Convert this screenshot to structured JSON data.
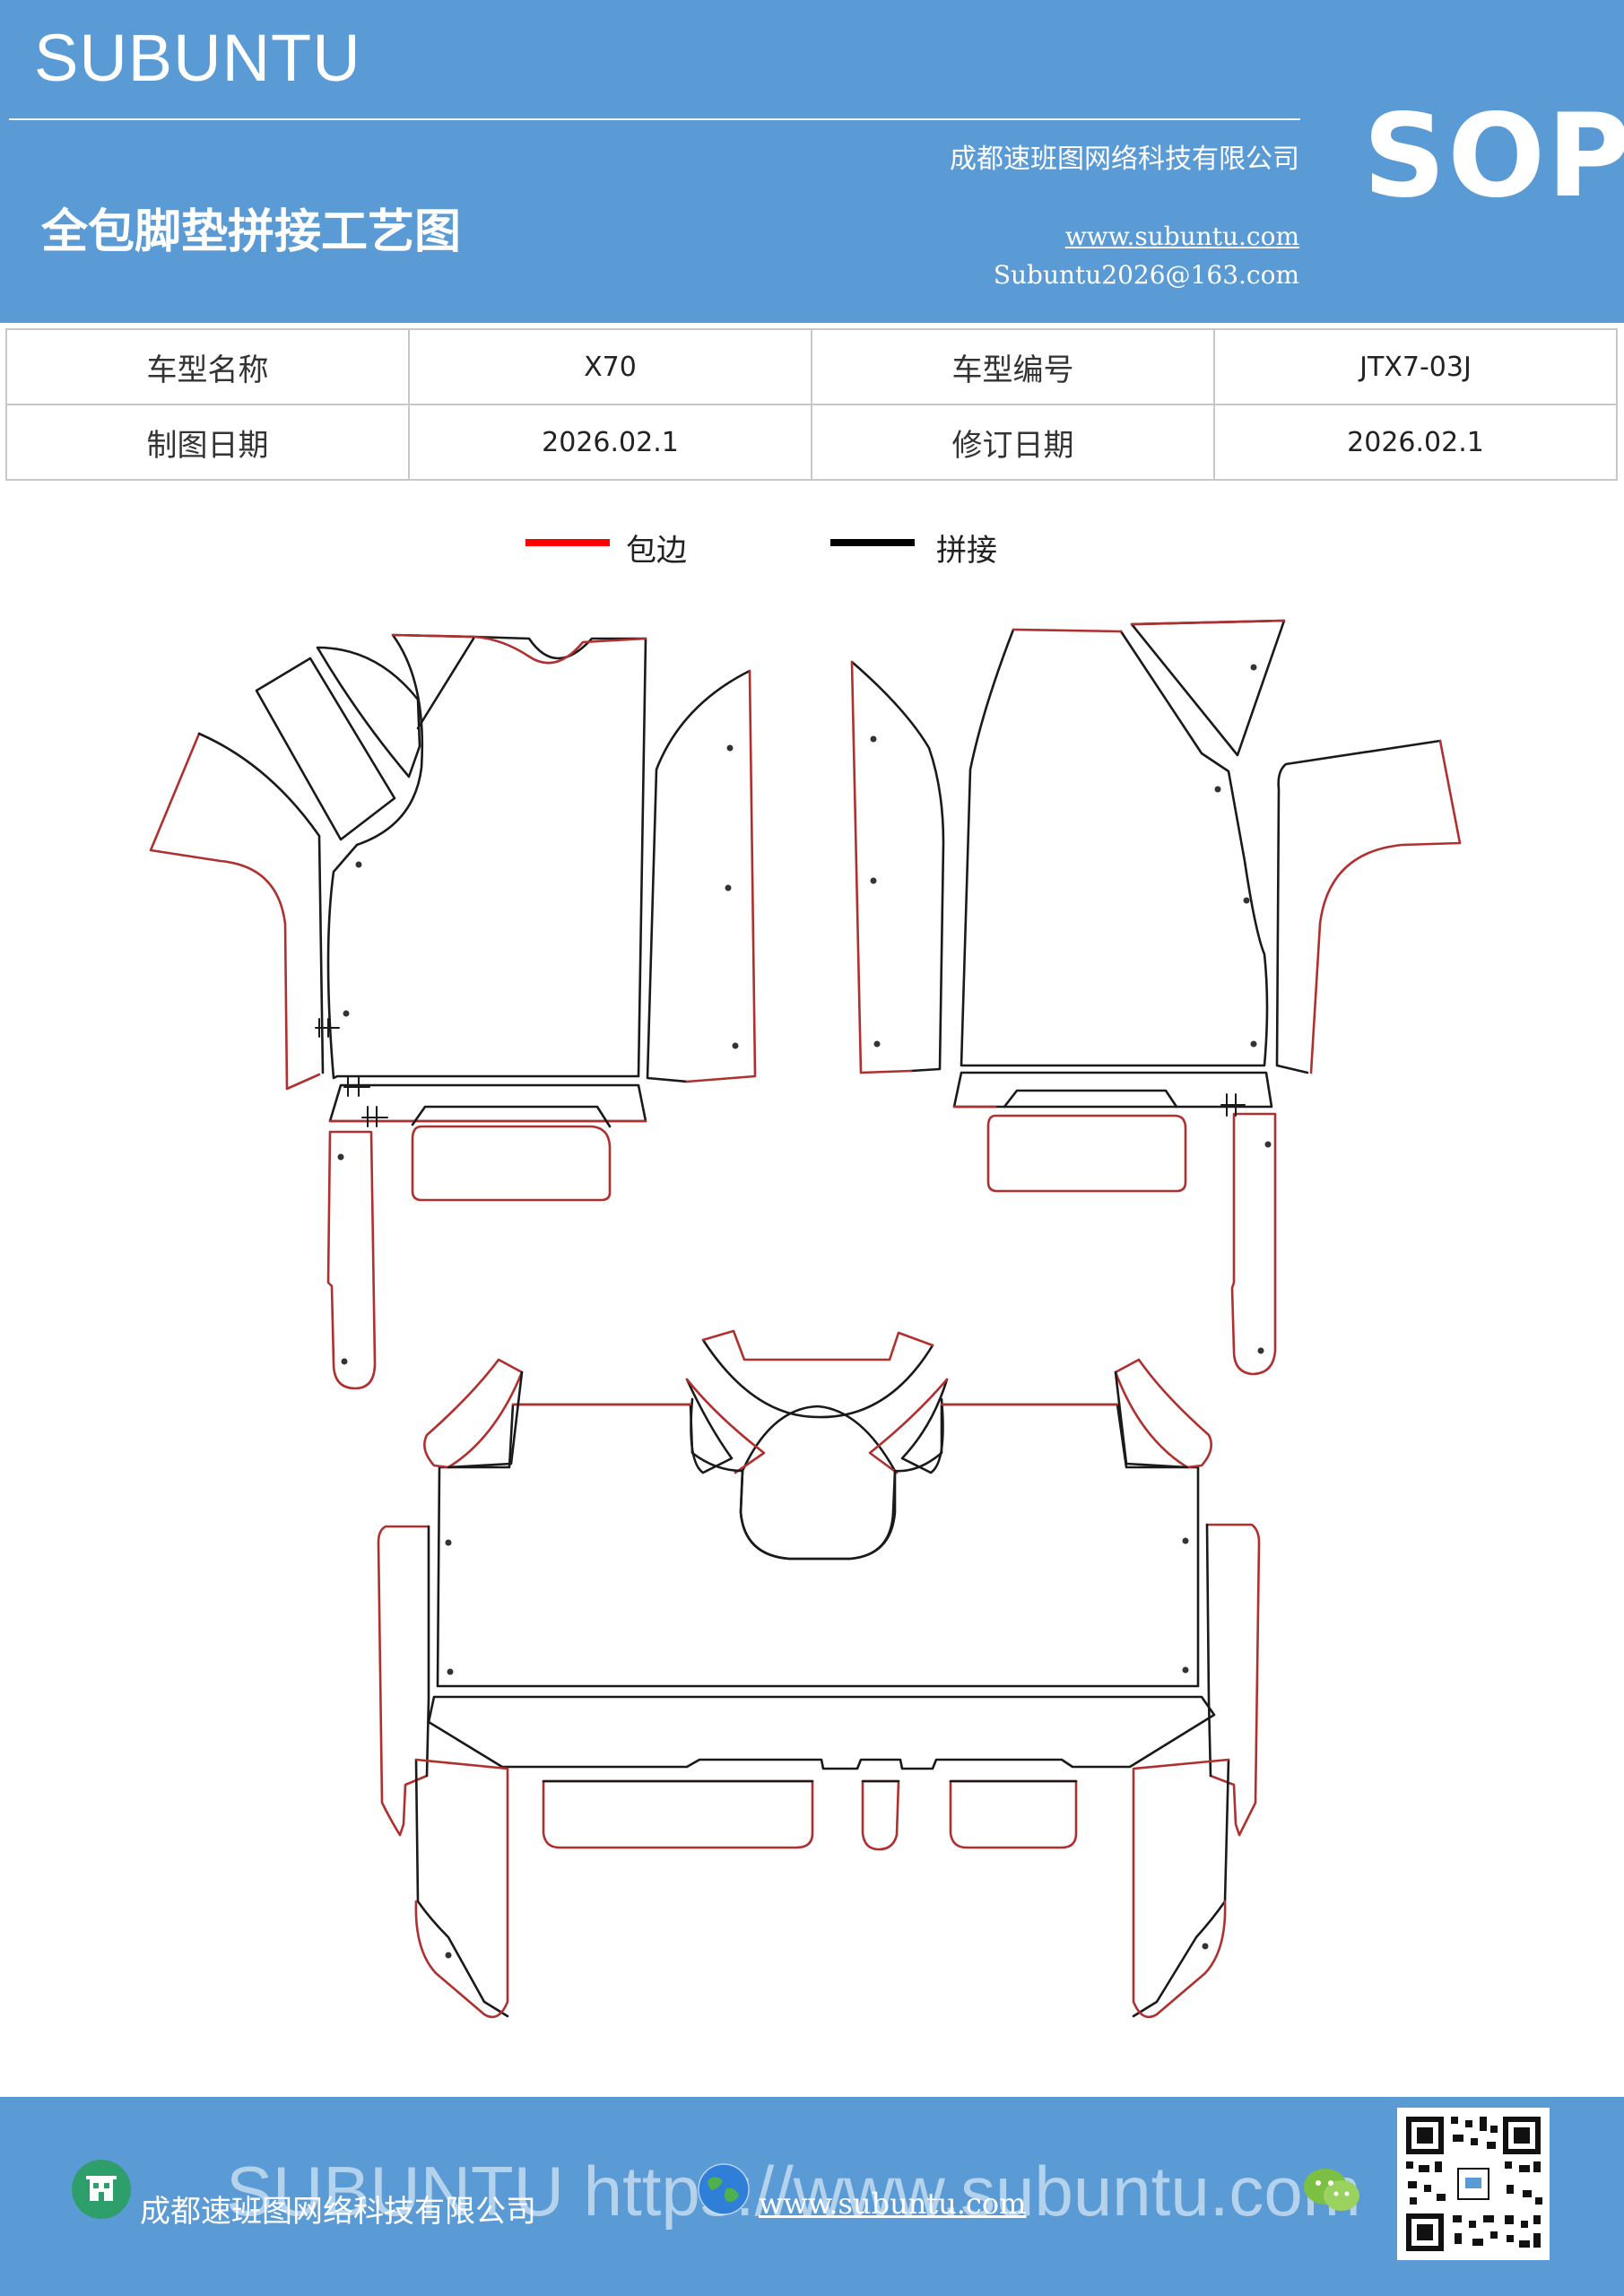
{
  "header": {
    "brand": "SUBUNTU",
    "company": "成都速班图网络科技有限公司",
    "title": "全包脚垫拼接工艺图",
    "website": "www.subuntu.com",
    "email": "Subuntu2026@163.com",
    "badge": "SOP"
  },
  "info_table": {
    "row1": {
      "label1": "车型名称",
      "value1": "X70",
      "label2": "车型编号",
      "value2": "JTX7-03J"
    },
    "row2": {
      "label1": "制图日期",
      "value1": "2026.02.1",
      "label2": "修订日期",
      "value2": "2026.02.1"
    }
  },
  "legend": {
    "item1": {
      "label": "包边",
      "color": "#ff0000"
    },
    "item2": {
      "label": "拼接",
      "color": "#000000"
    }
  },
  "footer": {
    "watermark": "SUBUNTU https://www.subuntu.com",
    "company": "成都速班图网络科技有限公司",
    "website": "www.subuntu.com"
  },
  "colors": {
    "primary_blue": "#5b9bd5",
    "edge_red": "#b03030",
    "seam_black": "#1a1a1a"
  }
}
